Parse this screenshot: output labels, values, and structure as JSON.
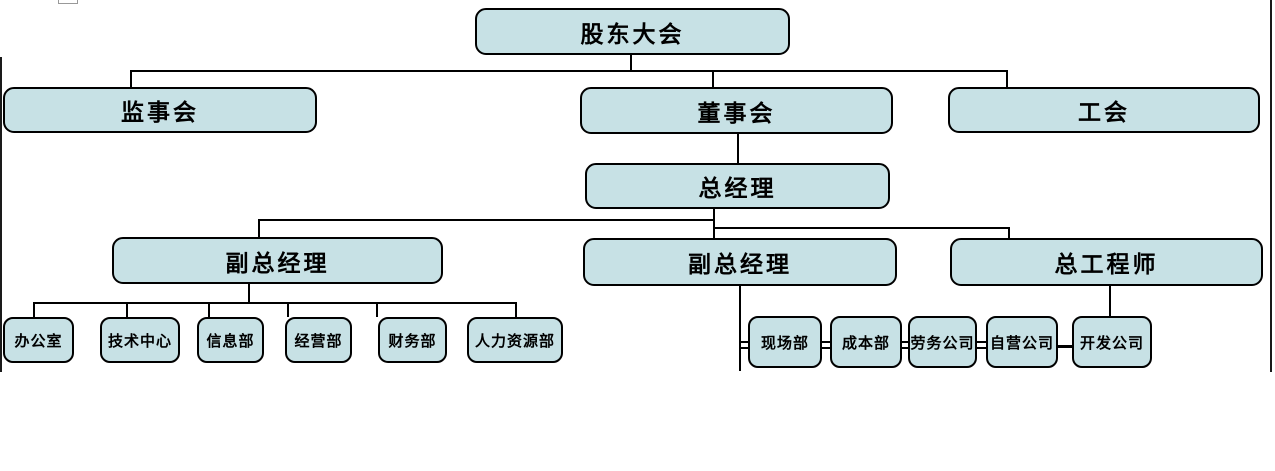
{
  "org_chart": {
    "node_fill": "#c7e1e5",
    "node_border": "#000000",
    "connector_color": "#000000",
    "nodes": {
      "shareholders_meeting": "股东大会",
      "supervisory_board": "监事会",
      "board_of_directors": "董事会",
      "labor_union": "工会",
      "general_manager": "总经理",
      "deputy_general_manager_left": "副总经理",
      "deputy_general_manager_right": "副总经理",
      "chief_engineer": "总工程师",
      "office": "办公室",
      "technology_center": "技术中心",
      "information_dept": "信息部",
      "operations_dept": "经营部",
      "finance_dept": "财务部",
      "human_resources_dept": "人力资源部",
      "site_dept": "现场部",
      "cost_dept": "成本部",
      "labor_services_company": "劳务公司",
      "self_operated_company": "自营公司",
      "development_company": "开发公司"
    },
    "hierarchy": [
      {
        "parent": "股东大会",
        "children": [
          "监事会",
          "董事会",
          "工会"
        ]
      },
      {
        "parent": "董事会",
        "children": [
          "总经理"
        ]
      },
      {
        "parent": "总经理",
        "children": [
          "副总经理",
          "副总经理",
          "总工程师"
        ]
      },
      {
        "parent": "副总经理(左)",
        "children": [
          "办公室",
          "技术中心",
          "信息部",
          "经营部",
          "财务部",
          "人力资源部"
        ]
      },
      {
        "parent": "副总经理(右)",
        "children": [
          "现场部",
          "成本部",
          "劳务公司",
          "自营公司"
        ]
      },
      {
        "parent": "总工程师",
        "children": [
          "开发公司"
        ]
      }
    ]
  }
}
